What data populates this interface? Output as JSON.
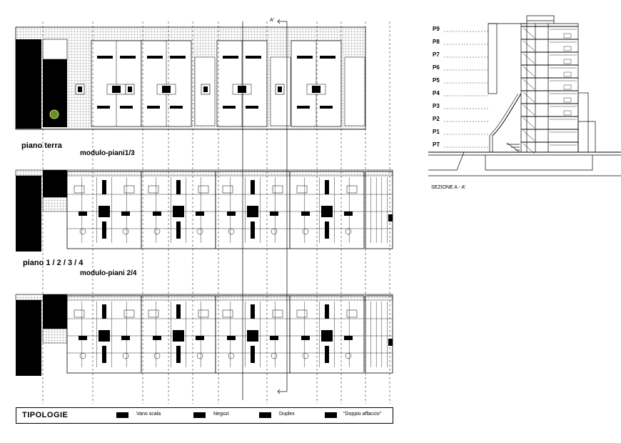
{
  "plans": {
    "ground_label": "piano terra",
    "module_13_label": "modulo-piani1/3",
    "upper_label": "piano  1 / 2 / 3 / 4",
    "module_24_label": "modulo-piani 2/4",
    "section_marker": "A'"
  },
  "section": {
    "caption": "SEZIONE A - A'",
    "floors": [
      "P9",
      "P8",
      "P7",
      "P6",
      "P5",
      "P4",
      "P3",
      "P2",
      "P1",
      "PT"
    ]
  },
  "legend": {
    "title": "TIPOLOGIE",
    "items": [
      {
        "label": "Vano scala"
      },
      {
        "label": "Negozi"
      },
      {
        "label": "Duplex"
      },
      {
        "label": "\"Doppio affaccio\""
      }
    ]
  }
}
